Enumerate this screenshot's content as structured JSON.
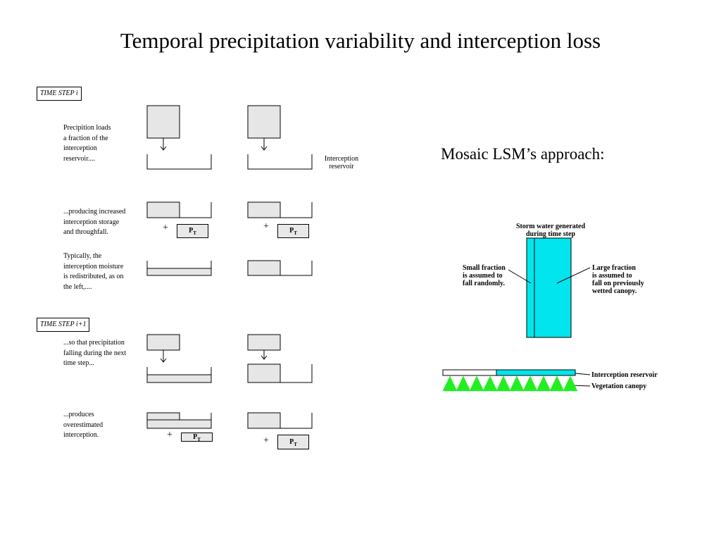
{
  "title": "Temporal precipitation variability and interception loss",
  "subtitle": "Mosaic LSM’s approach:",
  "left_diagram": {
    "time_step_1": "TIME STEP i",
    "time_step_2": "TIME STEP i+1",
    "notes": [
      "Precipition loads\na fraction of the\ninterception\nreservoir....",
      "...producing increased\ninterception storage\nand throughfall.",
      "Typically, the\ninterception moisture\nis redistributed, as on\nthe left,....",
      "...so that precipitation\nfalling during the next\ntime step...",
      "...produces\noverestimated\ninterception."
    ],
    "reservoir_label": "Interception\nreservoir",
    "plus": "+",
    "pt_main": "P",
    "pt_sub": "T"
  },
  "right_diagram": {
    "storm_label": "Storm water generated\nduring time step",
    "small_fraction": "Small fraction\nis assumed to\nfall randomly.",
    "large_fraction": "Large fraction\nis assumed to\nfall on previously\nwetted canopy.",
    "reservoir": "Interception reservoir",
    "canopy": "Vegetation canopy"
  },
  "colors": {
    "fill_gray": "#e6e6e6",
    "water_cyan": "#00e5ee",
    "canopy_green": "#22ee22"
  }
}
